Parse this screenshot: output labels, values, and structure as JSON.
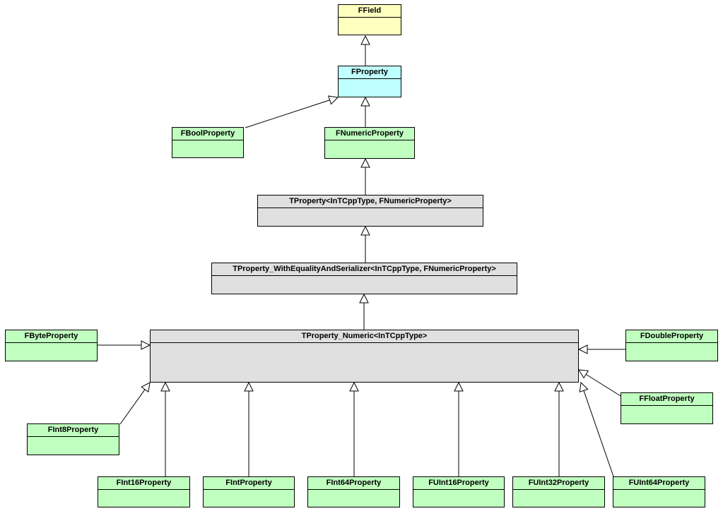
{
  "colors": {
    "root": "#ffffc0",
    "base": "#c0ffff",
    "leaf": "#c0ffc0",
    "template": "#e0e0e0",
    "line": "#000000"
  },
  "classes": [
    {
      "id": "ffield",
      "label": "FField",
      "kind": "root"
    },
    {
      "id": "fproperty",
      "label": "FProperty",
      "kind": "base"
    },
    {
      "id": "fboolproperty",
      "label": "FBoolProperty",
      "kind": "leaf"
    },
    {
      "id": "fnumericproperty",
      "label": "FNumericProperty",
      "kind": "leaf"
    },
    {
      "id": "tproperty",
      "label": "TProperty<InTCppType, FNumericProperty>",
      "kind": "template"
    },
    {
      "id": "tproperty-withequality",
      "label": "TProperty_WithEqualityAndSerializer<InTCppType, FNumericProperty>",
      "kind": "template"
    },
    {
      "id": "tproperty-numeric",
      "label": "TProperty_Numeric<InTCppType>",
      "kind": "template"
    },
    {
      "id": "fbyteproperty",
      "label": "FByteProperty",
      "kind": "leaf"
    },
    {
      "id": "fdoubleproperty",
      "label": "FDoubleProperty",
      "kind": "leaf"
    },
    {
      "id": "ffloatproperty",
      "label": "FFloatProperty",
      "kind": "leaf"
    },
    {
      "id": "fint8property",
      "label": "FInt8Property",
      "kind": "leaf"
    },
    {
      "id": "fint16property",
      "label": "FInt16Property",
      "kind": "leaf"
    },
    {
      "id": "fintproperty",
      "label": "FIntProperty",
      "kind": "leaf"
    },
    {
      "id": "fint64property",
      "label": "FInt64Property",
      "kind": "leaf"
    },
    {
      "id": "fuint16property",
      "label": "FUInt16Property",
      "kind": "leaf"
    },
    {
      "id": "fuint32property",
      "label": "FUInt32Property",
      "kind": "leaf"
    },
    {
      "id": "fuint64property",
      "label": "FUInt64Property",
      "kind": "leaf"
    }
  ],
  "inherits": [
    {
      "from": "fproperty",
      "to": "ffield"
    },
    {
      "from": "fboolproperty",
      "to": "fproperty"
    },
    {
      "from": "fnumericproperty",
      "to": "fproperty"
    },
    {
      "from": "tproperty",
      "to": "fnumericproperty"
    },
    {
      "from": "tproperty-withequality",
      "to": "tproperty"
    },
    {
      "from": "tproperty-numeric",
      "to": "tproperty-withequality"
    },
    {
      "from": "fbyteproperty",
      "to": "tproperty-numeric"
    },
    {
      "from": "fdoubleproperty",
      "to": "tproperty-numeric"
    },
    {
      "from": "ffloatproperty",
      "to": "tproperty-numeric"
    },
    {
      "from": "fint8property",
      "to": "tproperty-numeric"
    },
    {
      "from": "fint16property",
      "to": "tproperty-numeric"
    },
    {
      "from": "fintproperty",
      "to": "tproperty-numeric"
    },
    {
      "from": "fint64property",
      "to": "tproperty-numeric"
    },
    {
      "from": "fuint16property",
      "to": "tproperty-numeric"
    },
    {
      "from": "fuint32property",
      "to": "tproperty-numeric"
    },
    {
      "from": "fuint64property",
      "to": "tproperty-numeric"
    }
  ]
}
